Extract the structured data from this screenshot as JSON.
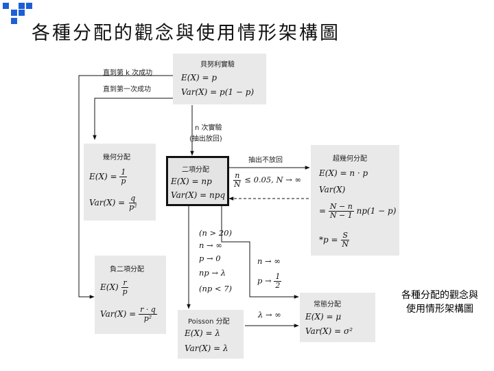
{
  "title": "各種分配的觀念與使用情形架構圖",
  "caption": [
    "各種分配的觀念與",
    "使用情形架構圖"
  ],
  "colors": {
    "logo": "#1c5fd6",
    "box_bg": "#e9e9e9",
    "arrow": "#111111"
  },
  "boxes": {
    "bernoulli": {
      "title": "貝努利實驗",
      "mean": "E(X) = p",
      "var": "Var(X) = p(1 − p)"
    },
    "geometric": {
      "title": "幾何分配",
      "mean_lhs": "E(X) =",
      "mean_num": "1",
      "mean_den": "p",
      "var_lhs": "Var(X) =",
      "var_num": "q",
      "var_den": "p²"
    },
    "binomial": {
      "title": "二項分配",
      "mean": "E(X) = np",
      "var": "Var(X) = npq"
    },
    "hypergeometric": {
      "title": "超幾何分配",
      "mean": "E(X) = n · p",
      "var": "Var(X)",
      "var2_prefix": "=",
      "var2_num": "N − n",
      "var2_den": "N − 1",
      "var2_suffix": "np(1 − p)",
      "p_def_prefix": "*p =",
      "p_num": "S",
      "p_den": "N"
    },
    "negbinomial": {
      "title": "負二項分配",
      "mean_lhs": "E(X)",
      "mean_num": "r",
      "mean_den": "p",
      "var_lhs": "Var(X) =",
      "var_num": "r · q",
      "var_den": "p²"
    },
    "poisson": {
      "title": "Poisson 分配",
      "mean": "E(X) = λ",
      "var": "Var(X) = λ"
    },
    "normal": {
      "title": "常態分配",
      "mean": "E(X) = μ",
      "var": "Var(X) = σ²"
    }
  },
  "labels": {
    "until_k": "直到第 k 次成功",
    "until_first": "直到第一次成功",
    "n_trials": "n 次實驗",
    "with_replacement": "(抽出放回)",
    "without_replacement": "抽出不放回",
    "hyper_cond_num": "n",
    "hyper_cond_den": "N",
    "hyper_cond_rest": "≤ 0.05, N → ∞",
    "poisson_conds": [
      "(n > 20)",
      "n → ∞",
      "p → 0",
      "np → λ",
      "(np < 7)"
    ],
    "normal_conds": [
      "n → ∞",
      "p →"
    ],
    "normal_p_num": "1",
    "normal_p_den": "2",
    "lambda_inf": "λ → ∞"
  }
}
